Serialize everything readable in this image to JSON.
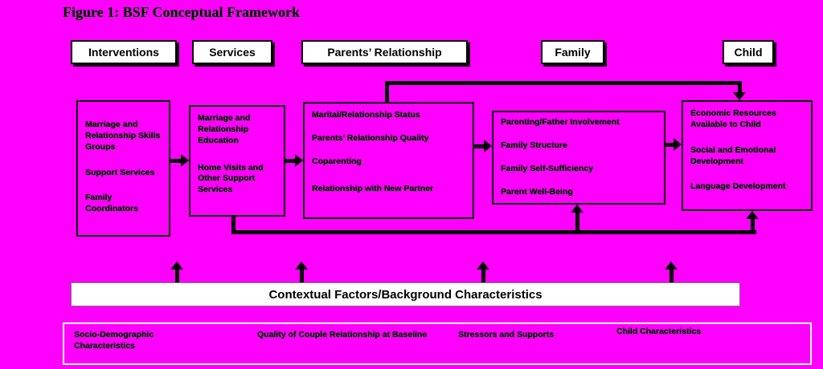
{
  "title": "Figure 1: BSF Conceptual Framework",
  "columns": [
    {
      "header": "Interventions",
      "items": [
        "Marriage and Relationship Skills Groups",
        "Support Services",
        "Family Coordinators"
      ]
    },
    {
      "header": "Services",
      "items": [
        "Marriage and Relationship Education",
        "Home Visits and Other Support Services"
      ]
    },
    {
      "header": "Parents’ Relationship",
      "items": [
        "Marital/Relationship Status",
        "Parents’ Relationship Quality",
        "Coparenting",
        "Relationship with New Partner"
      ]
    },
    {
      "header": "Family",
      "items": [
        "Parenting/Father Involvement",
        "Family Structure",
        "Family Self-Sufficiency",
        "Parent Well-Being"
      ]
    },
    {
      "header": "Child",
      "items": [
        "Economic Resources Available to Child",
        "Social and Emotional Development",
        "Language Development"
      ]
    }
  ],
  "contextual_bar_label": "Contextual Factors/Background Characteristics",
  "contextual_items": [
    "Socio-Demographic Characteristics",
    "Quality of Couple Relationship at Baseline",
    "Stressors and Supports",
    "Child Characteristics"
  ],
  "colors": {
    "background": "#ff00ff",
    "box_fill": "#ff00ff",
    "header_fill": "#ffffff",
    "border": "#000000",
    "bar_fill": "#ffffff",
    "text": "#000000"
  }
}
